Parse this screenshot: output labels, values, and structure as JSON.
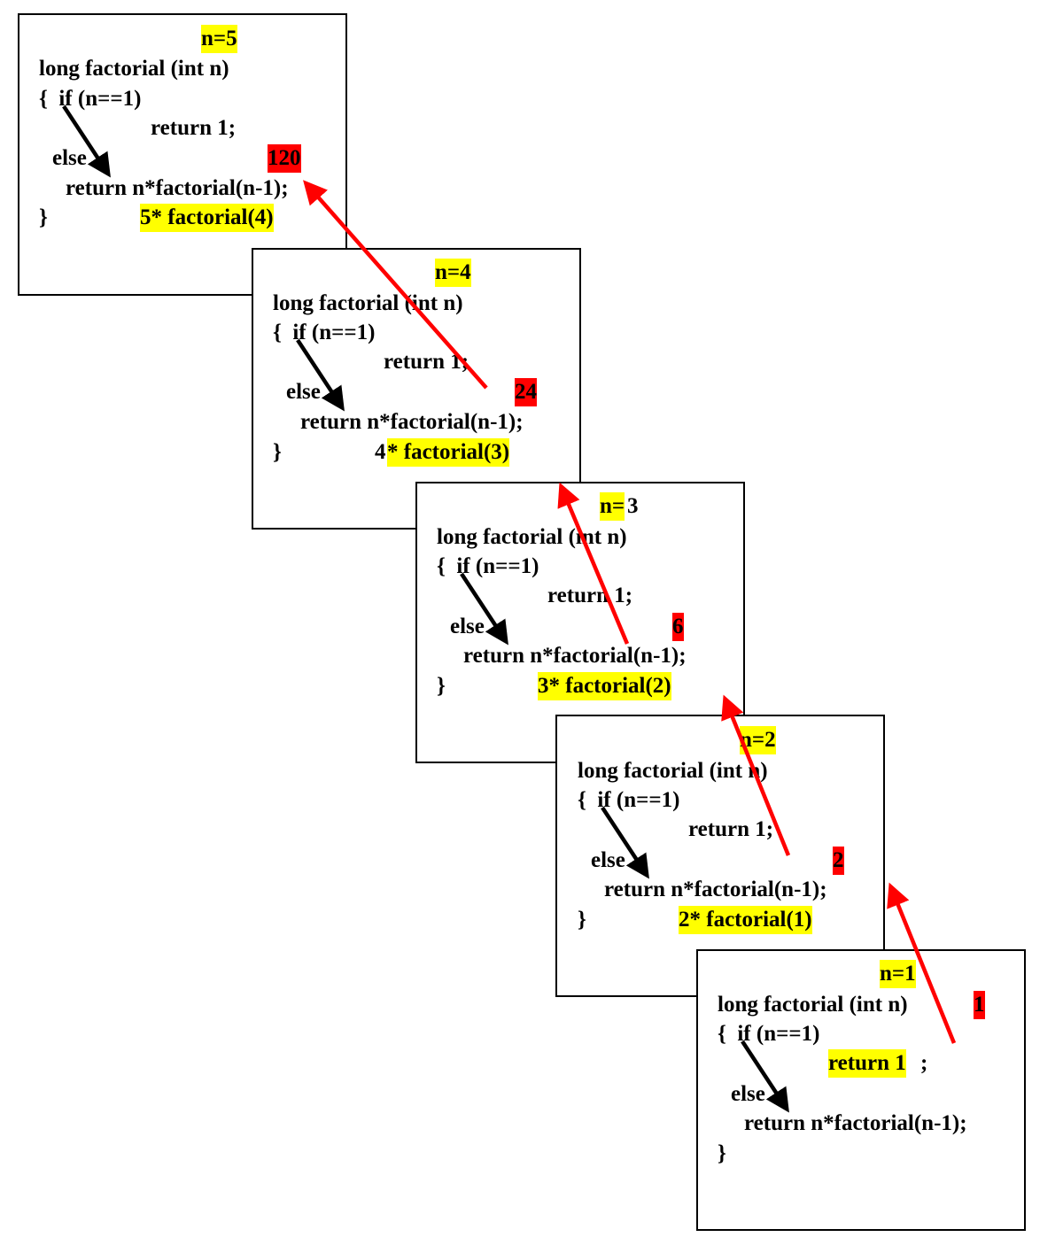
{
  "frames": [
    {
      "n_label": "n=5",
      "signature": "long factorial (int n)",
      "if_line": "{  if (n==1)",
      "return_one": "return 1;",
      "else_label": "else",
      "recursive_return": "return n*factorial(n-1);",
      "close_brace": "}",
      "call_expr": "5* factorial(4)",
      "result": "120"
    },
    {
      "n_label": "n=4",
      "signature": "long factorial (int n)",
      "if_line": "{  if (n==1)",
      "return_one": "return 1;",
      "else_label": "else",
      "recursive_return": "return n*factorial(n-1);",
      "close_brace": "}",
      "call_prefix": "4",
      "call_expr": "* factorial(3)",
      "result": "24"
    },
    {
      "n_label": "n=",
      "n_value": "3",
      "signature": "long factorial (int n)",
      "if_line": "{  if (n==1)",
      "return_one": "return 1;",
      "else_label": "else",
      "recursive_return": "return n*factorial(n-1);",
      "close_brace": "}",
      "call_expr": "3* factorial(2)",
      "result": "6"
    },
    {
      "n_label": "n=2",
      "signature": "long factorial (int n)",
      "if_line": "{  if (n==1)",
      "return_one": "return 1;",
      "else_label": "else",
      "recursive_return": "return n*factorial(n-1);",
      "close_brace": "}",
      "call_expr": "2* factorial(1)",
      "result": "2"
    },
    {
      "n_label": "n=1",
      "signature": "long factorial (int n)",
      "if_line": "{  if (n==1)",
      "return_one": "return 1",
      "return_one_suffix": ";",
      "else_label": "else",
      "recursive_return": "return n*factorial(n-1);",
      "close_brace": "}",
      "result": "1"
    }
  ],
  "colors": {
    "highlight": "#ffff00",
    "return_value": "#ff0000",
    "return_arrow": "#ff0000",
    "control_arrow": "#000000",
    "frame_border": "#000000"
  }
}
